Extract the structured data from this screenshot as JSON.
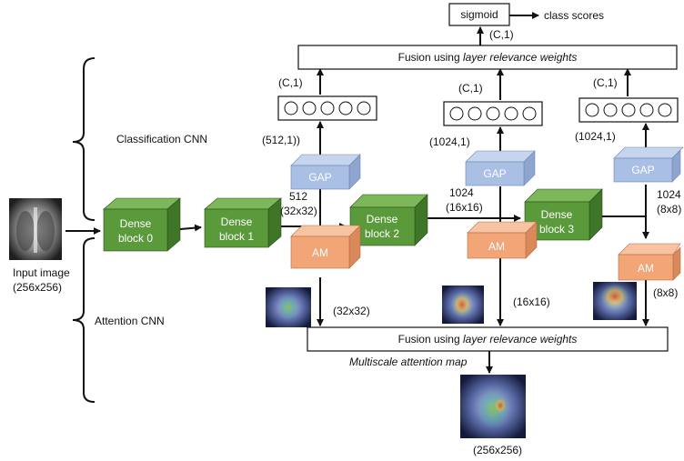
{
  "input": {
    "caption": "Input image",
    "size": "(256x256)"
  },
  "braces": {
    "classification_label": "Classification CNN",
    "attention_label": "Attention  CNN"
  },
  "dense_blocks": [
    {
      "line1": "Dense",
      "line2": "block 0"
    },
    {
      "line1": "Dense",
      "line2": "block 1"
    },
    {
      "line1": "Dense",
      "line2": "block 2"
    },
    {
      "line1": "Dense",
      "line2": "block 3"
    }
  ],
  "gap_label": "GAP",
  "am_label": "AM",
  "branches": [
    {
      "channels": "512",
      "spatial": "(32x32)",
      "gap_out": "(512,1))",
      "vector": "(C,1)",
      "am_size": "(32x32)"
    },
    {
      "channels": "1024",
      "spatial": "(16x16)",
      "gap_out": "(1024,1)",
      "vector": "(C,1)",
      "am_size": "(16x16)"
    },
    {
      "channels": "1024",
      "spatial": "(8x8)",
      "gap_out": "(1024,1)",
      "vector": "(C,1)",
      "am_size": "(8x8)"
    }
  ],
  "top_fusion": {
    "prefix": "Fusion using ",
    "emphasis": "layer relevance weights",
    "out_label": "(C,1)"
  },
  "sigmoid": {
    "label": "sigmoid",
    "output": "class scores"
  },
  "bottom_fusion": {
    "prefix": "Fusion using ",
    "emphasis": "layer relevance weights"
  },
  "multiscale": {
    "label": "Multiscale attention map",
    "size": "(256x256)"
  },
  "colors": {
    "dense_front": "#5a9a3a",
    "dense_top": "#7cb85a",
    "dense_side": "#3f7526",
    "gap_front": "#a9bfe3",
    "gap_top": "#c6d5ee",
    "gap_side": "#8ea6cf",
    "am_front": "#f2a577",
    "am_top": "#f7c3a2",
    "am_side": "#d9895a"
  }
}
